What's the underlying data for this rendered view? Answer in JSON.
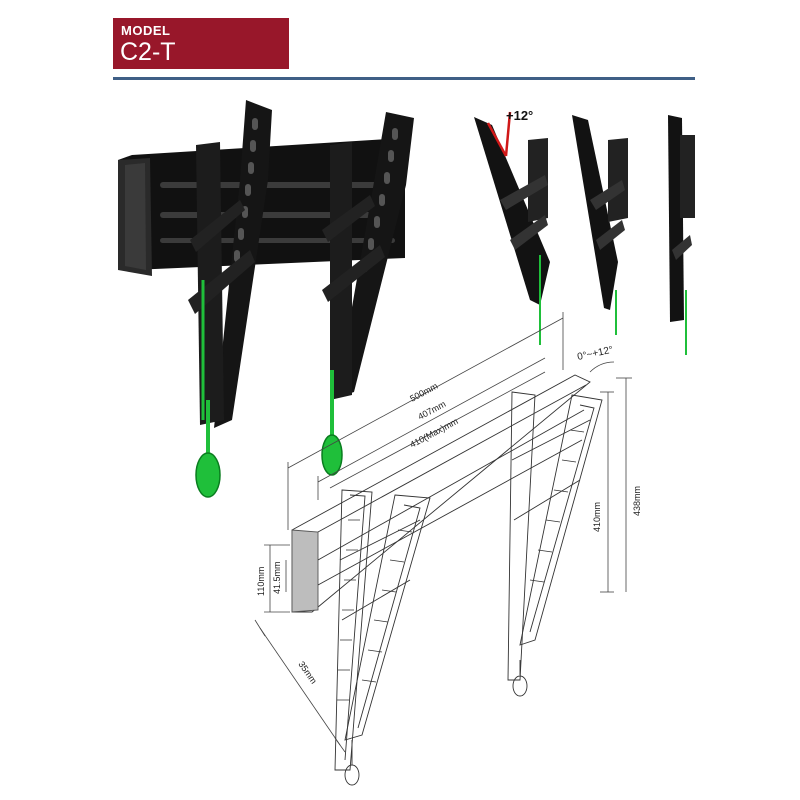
{
  "header": {
    "model_label": "MODEL",
    "model_value": "C2-T",
    "accent_color": "#98172a",
    "rule_color": "#3f5f86"
  },
  "side_views": {
    "tilt_label": "+12°"
  },
  "dimensions": {
    "width_outer": "500mm",
    "width_mid": "407mm",
    "width_max": "410(Max)mm",
    "tilt_range": "0°~+12°",
    "height_rail": "410mm",
    "height_total": "438mm",
    "plate_height": "110mm",
    "plate_inner": "41.5mm",
    "depth": "35mm"
  }
}
